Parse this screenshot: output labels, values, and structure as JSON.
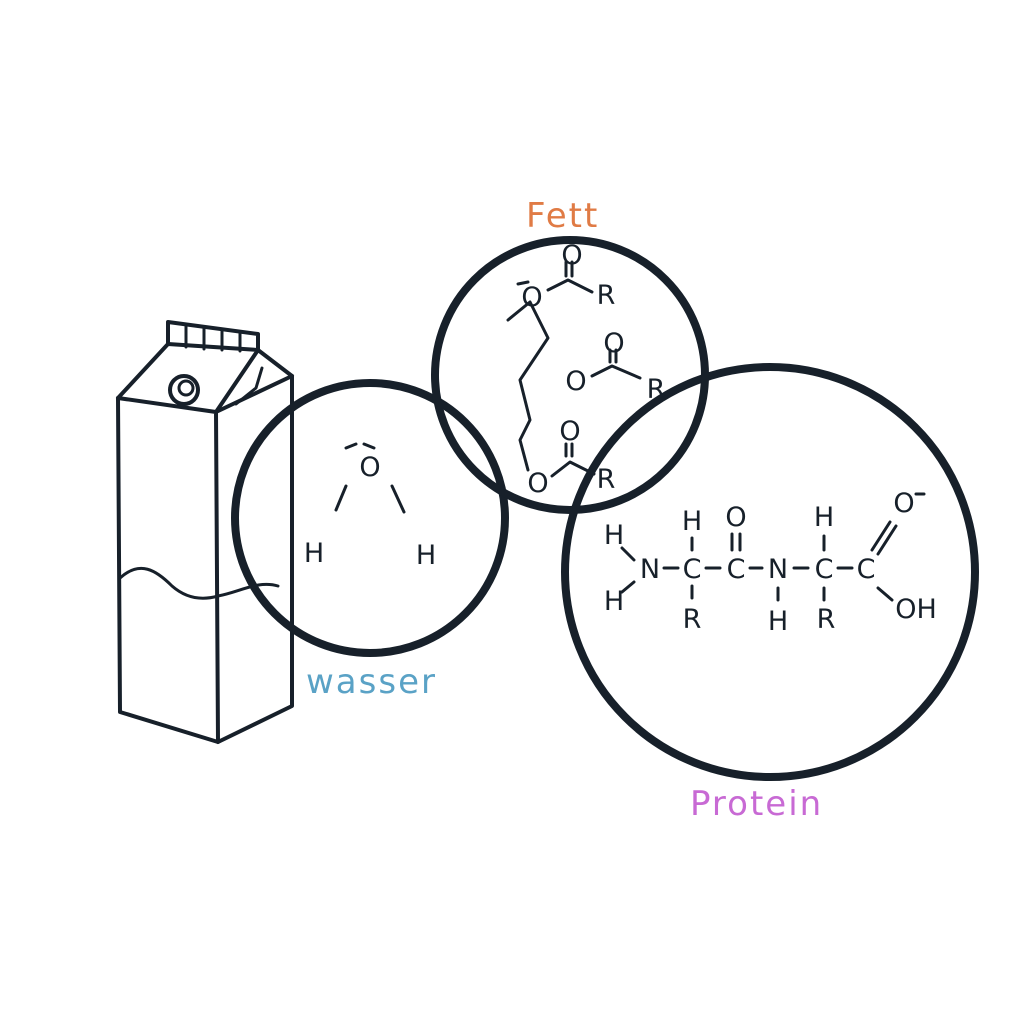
{
  "labels": {
    "fat": "Fett",
    "water": "wasser",
    "protein": "Protein"
  },
  "colors": {
    "ink": "#17202a",
    "fat": "#e07b45",
    "water": "#5aa2c6",
    "protein": "#c86ad4"
  },
  "atoms": {
    "O": "O",
    "H": "H",
    "R": "R",
    "N": "N",
    "C": "C",
    "OH": "OH"
  }
}
